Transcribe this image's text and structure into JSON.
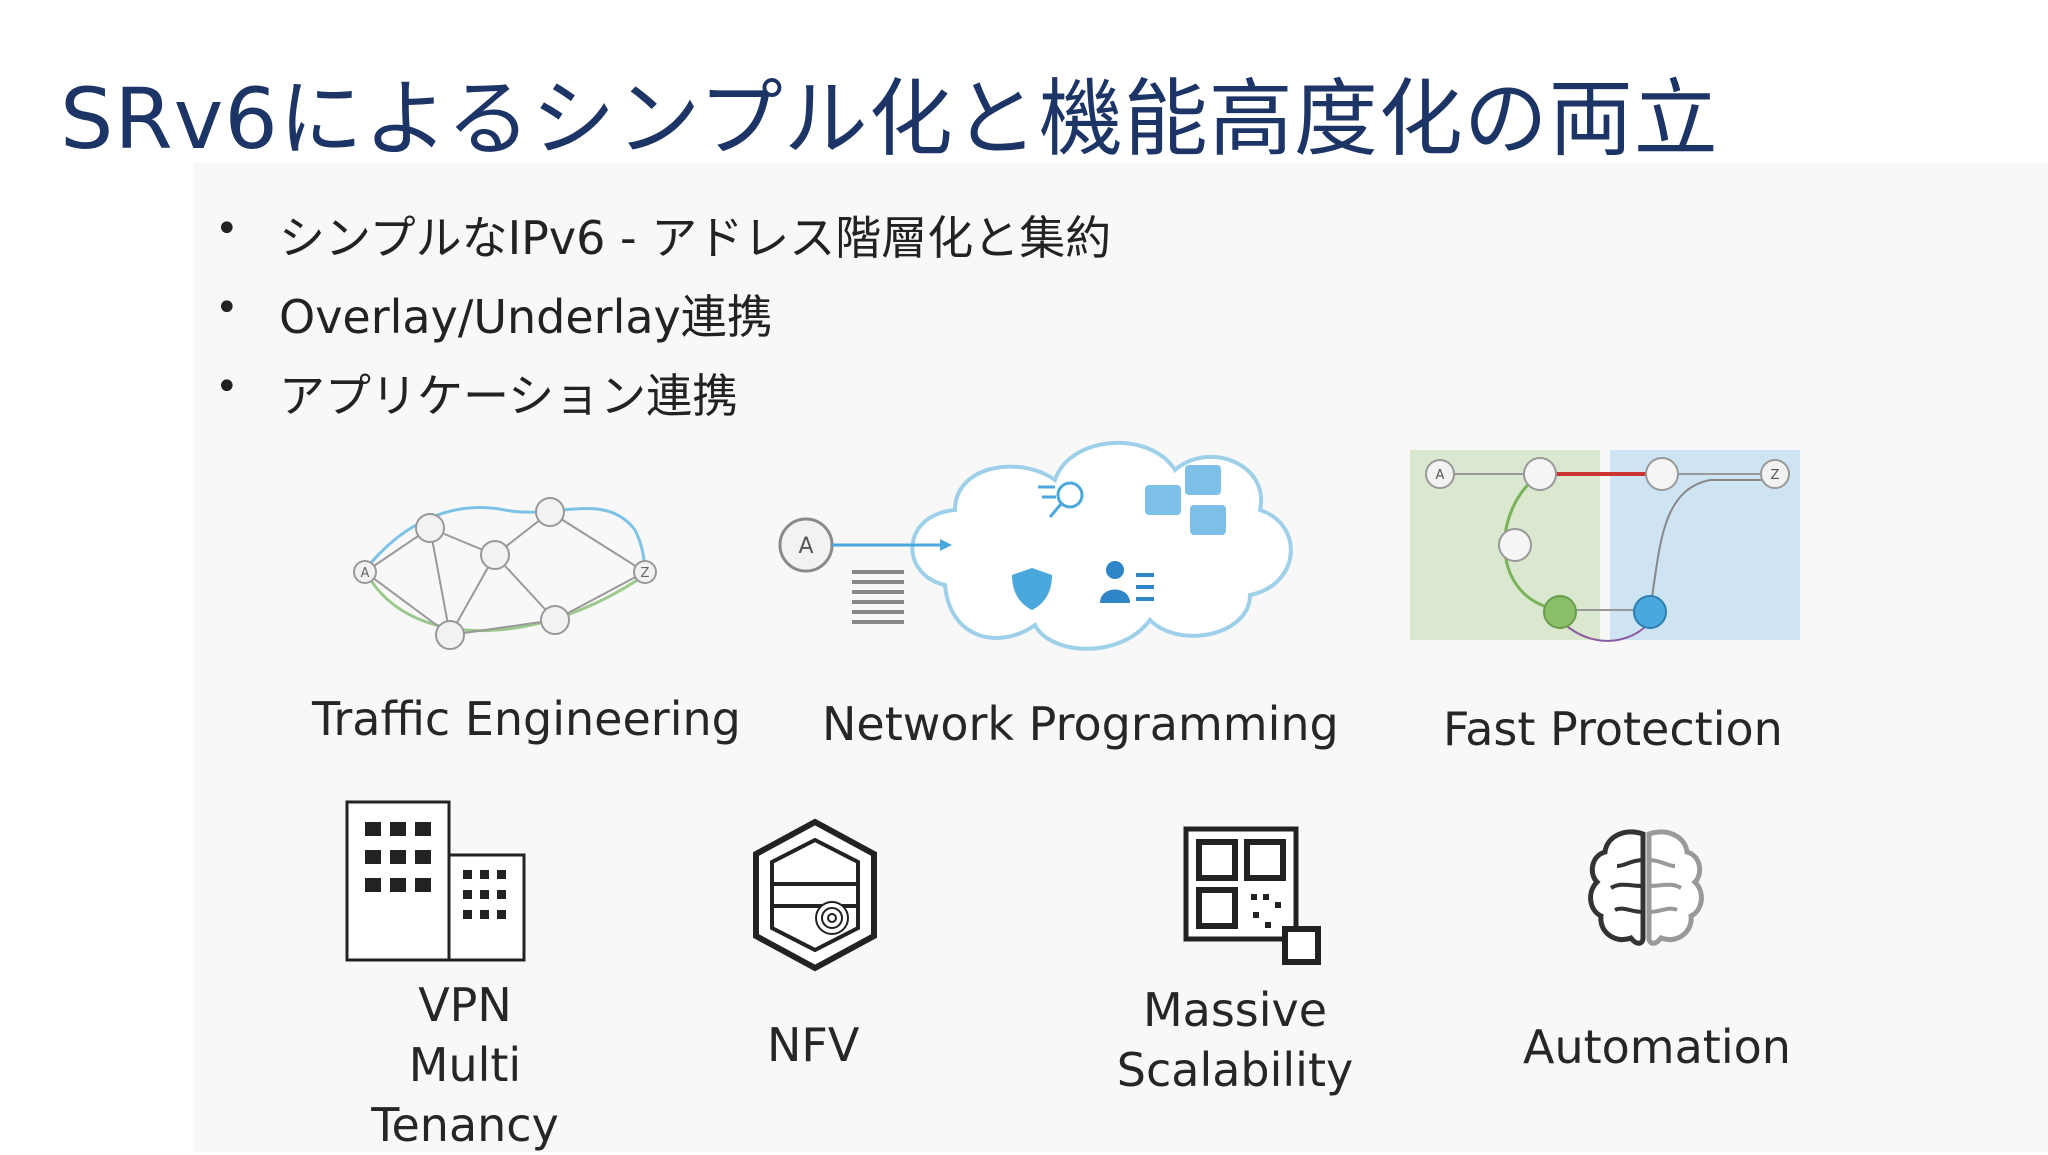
{
  "slide": {
    "title": "SRv6によるシンプル化と機能高度化の両立",
    "bullets": [
      "シンプルなIPv6 - アドレス階層化と集約",
      "Overlay/Underlay連携",
      "アプリケーション連携"
    ],
    "bullet_symbol": "•"
  },
  "features": {
    "traffic_engineering": {
      "label": "Traffic Engineering",
      "node_a": "A",
      "node_z": "Z"
    },
    "network_programming": {
      "label": "Network Programming",
      "node_a": "A"
    },
    "fast_protection": {
      "label": "Fast Protection",
      "node_a": "A",
      "node_z": "Z"
    },
    "vpn": {
      "line1": "VPN",
      "line2": "Multi Tenancy"
    },
    "nfv": {
      "label": "NFV"
    },
    "scalability": {
      "line1": "Massive",
      "line2": "Scalability"
    },
    "automation": {
      "label": "Automation"
    }
  },
  "colors": {
    "title": "#1c3466",
    "text": "#262626",
    "protect_green": "#8ac06a",
    "protect_blue": "#4aa8dc",
    "cloud_outline": "#9fd0ea"
  }
}
